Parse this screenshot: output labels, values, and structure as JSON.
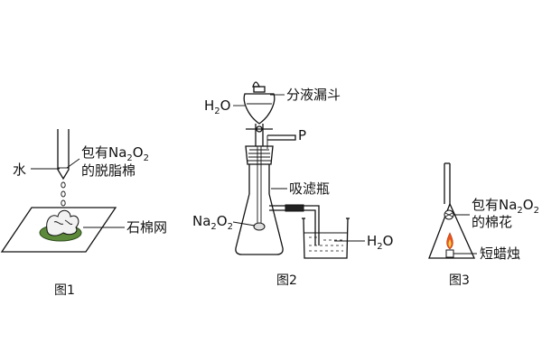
{
  "figure1": {
    "caption": "图1",
    "water_label": "水",
    "cotton_label": {
      "prefix": "包有Na",
      "sub1": "2",
      "mid": "O",
      "sub2": "2",
      "suffix": "的脱脂棉"
    },
    "gauze_label": "石棉网"
  },
  "figure2": {
    "caption": "图2",
    "funnel_label": "分液漏斗",
    "water_top_label": {
      "pre": "H",
      "sub": "2",
      "post": "O"
    },
    "p_label": "P",
    "flask_label": "吸滤瓶",
    "na2o2_label": {
      "pre": "Na",
      "sub1": "2",
      "mid": "O",
      "sub2": "2"
    },
    "water_beaker_label": {
      "pre": "H",
      "sub": "2",
      "post": "O"
    }
  },
  "figure3": {
    "caption": "图3",
    "cotton_label": {
      "line1_pre": "包有Na",
      "sub1": "2",
      "mid": "O",
      "sub2": "2",
      "line2": "的棉花"
    },
    "candle_label": "短蜡烛"
  }
}
